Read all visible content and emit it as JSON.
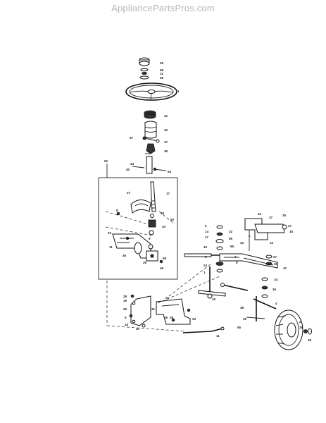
{
  "header": {
    "watermark": "AppliancePartsPros.com"
  },
  "colors": {
    "ink": "#222222",
    "watermark": "#b5b5b5",
    "background": "#ffffff"
  },
  "callouts": [
    {
      "id": "c-cap",
      "text": "26"
    },
    {
      "id": "c-washer1",
      "text": "68"
    },
    {
      "id": "c-nut1",
      "text": "11"
    },
    {
      "id": "c-washer2",
      "text": "35"
    },
    {
      "id": "c-wheel",
      "text": "1"
    },
    {
      "id": "c-gear",
      "text": "41"
    },
    {
      "id": "c-bellows",
      "text": "42"
    },
    {
      "id": "c-57a",
      "text": "57"
    },
    {
      "id": "c-37a",
      "text": "37"
    },
    {
      "id": "c-35b",
      "text": "35"
    },
    {
      "id": "c-44",
      "text": "44"
    },
    {
      "id": "c-40",
      "text": "40"
    },
    {
      "id": "c-64",
      "text": "64"
    },
    {
      "id": "c-62",
      "text": "62"
    },
    {
      "id": "c-17",
      "text": "17"
    },
    {
      "id": "c-27",
      "text": "27"
    },
    {
      "id": "c-8",
      "text": "8"
    },
    {
      "id": "c-18",
      "text": "18"
    },
    {
      "id": "c-53",
      "text": "53"
    },
    {
      "id": "c-43",
      "text": "43"
    },
    {
      "id": "c-9",
      "text": "9"
    },
    {
      "id": "c-22",
      "text": "22"
    },
    {
      "id": "c-11a",
      "text": "11"
    },
    {
      "id": "c-46",
      "text": "46"
    },
    {
      "id": "c-26b",
      "text": "26"
    },
    {
      "id": "c-58",
      "text": "58"
    },
    {
      "id": "c-49a",
      "text": "49"
    },
    {
      "id": "c-5a",
      "text": "5"
    },
    {
      "id": "c-14a",
      "text": "14"
    },
    {
      "id": "c-17b",
      "text": "17"
    },
    {
      "id": "c-10",
      "text": "10"
    },
    {
      "id": "c-32a",
      "text": "32"
    },
    {
      "id": "c-56",
      "text": "56"
    },
    {
      "id": "c-65",
      "text": "65"
    },
    {
      "id": "c-8b",
      "text": "8"
    },
    {
      "id": "c-24",
      "text": "24"
    },
    {
      "id": "c-1b",
      "text": "1"
    },
    {
      "id": "c-33",
      "text": "33"
    },
    {
      "id": "c-1c",
      "text": "1"
    },
    {
      "id": "c-37b",
      "text": "37"
    },
    {
      "id": "c-42b",
      "text": "42"
    },
    {
      "id": "c-25",
      "text": "25"
    },
    {
      "id": "c-47a",
      "text": "47"
    },
    {
      "id": "c-15",
      "text": "15"
    },
    {
      "id": "c-12",
      "text": "12"
    },
    {
      "id": "c-27b",
      "text": "27"
    },
    {
      "id": "c-47b",
      "text": "47"
    },
    {
      "id": "c-30",
      "text": "30"
    },
    {
      "id": "c-34",
      "text": "34"
    },
    {
      "id": "c-7",
      "text": "7"
    },
    {
      "id": "c-9b",
      "text": "9"
    },
    {
      "id": "c-26c",
      "text": "26"
    },
    {
      "id": "c-4",
      "text": "4"
    },
    {
      "id": "c-38",
      "text": "38"
    },
    {
      "id": "c-16",
      "text": "16"
    },
    {
      "id": "c-21",
      "text": "21"
    },
    {
      "id": "c-28",
      "text": "28"
    },
    {
      "id": "c-19",
      "text": "19"
    },
    {
      "id": "c-29a",
      "text": "29"
    },
    {
      "id": "c-5b",
      "text": "5"
    },
    {
      "id": "c-18b",
      "text": "18"
    },
    {
      "id": "c-20",
      "text": "20"
    },
    {
      "id": "c-31",
      "text": "31"
    },
    {
      "id": "c-39",
      "text": "39"
    },
    {
      "id": "c-23",
      "text": "23"
    },
    {
      "id": "c-29b",
      "text": "29"
    },
    {
      "id": "c-36",
      "text": "36"
    },
    {
      "id": "c-11b",
      "text": "11"
    },
    {
      "id": "c-2",
      "text": "2"
    },
    {
      "id": "c-35c",
      "text": "35"
    },
    {
      "id": "c-48",
      "text": "48"
    },
    {
      "id": "c-55",
      "text": "55"
    }
  ]
}
